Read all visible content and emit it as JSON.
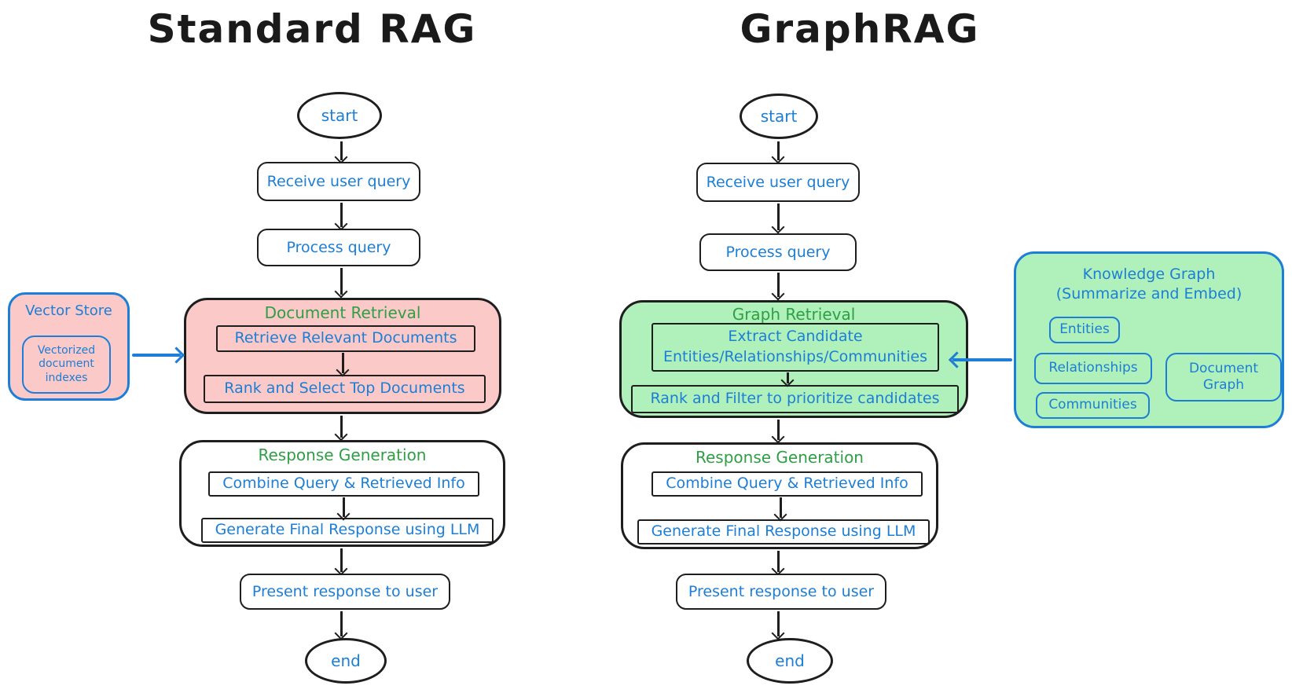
{
  "colors": {
    "pink_fill": "#fac9c8",
    "green_fill": "#b0f0ba",
    "stroke_ink": "#1e1e1e",
    "accent_blue": "#1c7ed6",
    "label_green": "#2f9e44"
  },
  "standard_rag": {
    "title": "Standard RAG",
    "start_label": "start",
    "receive": "Receive user query",
    "process": "Process query",
    "retrieval": {
      "label": "Document Retrieval",
      "step1": "Retrieve Relevant Documents",
      "step2": "Rank and Select Top Documents"
    },
    "generation": {
      "label": "Response Generation",
      "step1": "Combine Query & Retrieved Info",
      "step2": "Generate Final Response using LLM"
    },
    "present": "Present response to user",
    "end_label": "end",
    "vector_store": {
      "title": "Vector Store",
      "item": "Vectorized document indexes"
    }
  },
  "graph_rag": {
    "title": "GraphRAG",
    "start_label": "start",
    "receive": "Receive user query",
    "process": "Process query",
    "retrieval": {
      "label": "Graph Retrieval",
      "step1_line1": "Extract Candidate",
      "step1_line2": "Entities/Relationships/Communities",
      "step2": "Rank and Filter to prioritize candidates"
    },
    "generation": {
      "label": "Response Generation",
      "step1": "Combine Query & Retrieved Info",
      "step2": "Generate Final Response using LLM"
    },
    "present": "Present response to user",
    "end_label": "end",
    "knowledge_graph": {
      "title_line1": "Knowledge Graph",
      "title_line2": "(Summarize and Embed)",
      "items": [
        "Entities",
        "Relationships",
        "Communities",
        "Document Graph"
      ]
    }
  }
}
